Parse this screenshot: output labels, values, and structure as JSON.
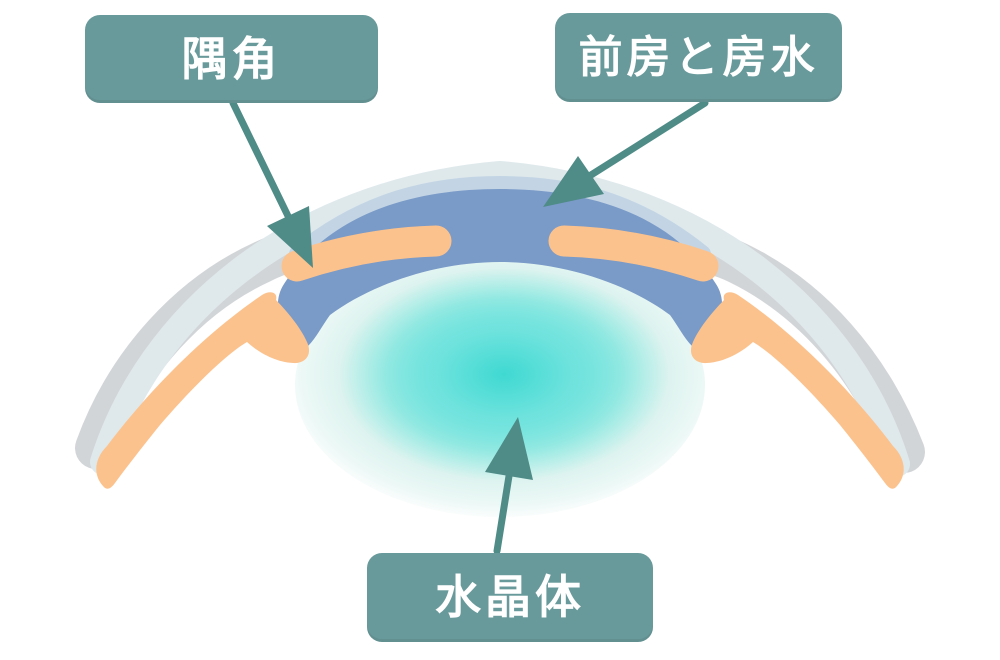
{
  "callouts": {
    "angle": {
      "label": "隅角"
    },
    "anterior_chamber": {
      "label": "前房と房水"
    },
    "lens": {
      "label": "水晶体"
    }
  },
  "colors": {
    "background": "#ffffff",
    "callout_bg": "#699a9b",
    "callout_text": "#ffffff",
    "arrow": "#4f8b87",
    "cornea_outer": "#dfe9ec",
    "cornea_band": "#c3d5e4",
    "sclera": "#d2d5d8",
    "aqueous": "#7a9ac8",
    "iris": "#fbc28d",
    "lens_core": "#3fd9d2",
    "lens_mid": "#93e9e2",
    "lens_edge": "#ddf3ef"
  }
}
